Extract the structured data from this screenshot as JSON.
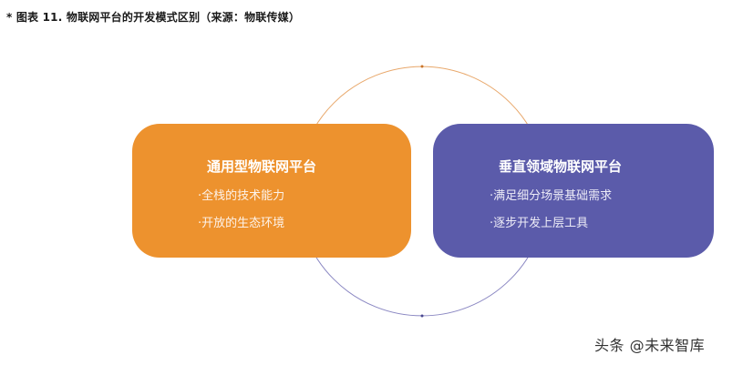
{
  "caption": "* 图表 11. 物联网平台的开发模式区别（来源：物联传媒）",
  "colors": {
    "orange": "#ED922E",
    "purple": "#5B5BAA",
    "ring_top": "#E8A76A",
    "ring_bottom": "#8A87C2"
  },
  "boxes": [
    {
      "title": "通用型物联网平台",
      "bullets": [
        "·全栈的技术能力",
        "·开放的生态环境"
      ]
    },
    {
      "title": "垂直领域物联网平台",
      "bullets": [
        "·满足细分场景基础需求",
        "·逐步开发上层工具"
      ]
    }
  ],
  "watermark": "头条 @未来智库"
}
